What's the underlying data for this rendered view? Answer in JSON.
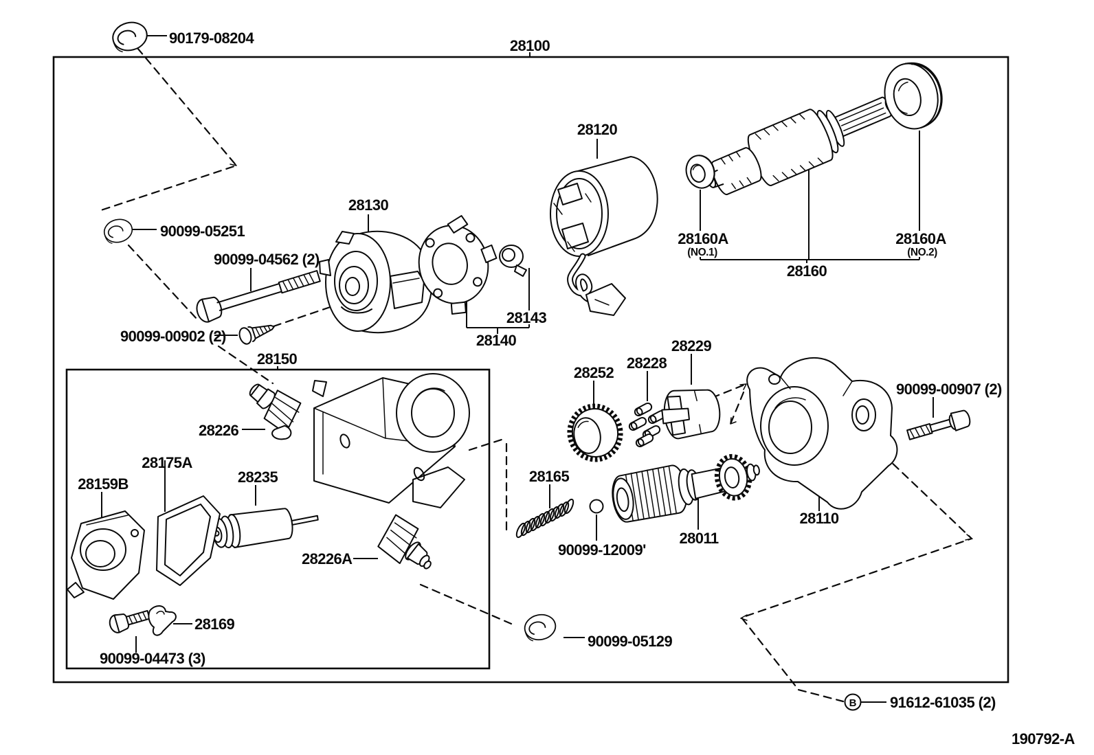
{
  "diagram": {
    "drawing_number": "190792-A",
    "detail_marker": "B"
  },
  "parts": {
    "nut_90179": "90179-08204",
    "assy_28100": "28100",
    "yoke_28120": "28120",
    "solenoid_28130": "28130",
    "nut_05251": "90099-05251",
    "bolt_04562": "90099-04562 (2)",
    "screw_00902": "90099-00902 (2)",
    "washer_28143": "28143",
    "plate_28140": "28140",
    "bracket_28150": "28150",
    "bearing_28160a": "28160A",
    "no1": "(NO.1)",
    "no2": "(NO.2)",
    "armature_28160": "28160",
    "brush_28226": "28226",
    "gasket_28175a": "28175A",
    "plate_28159b": "28159B",
    "plunger_28235": "28235",
    "brush_28226a": "28226A",
    "clamp_28169": "28169",
    "bolt_04473": "90099-04473 (3)",
    "gear_28252": "28252",
    "roller_28228": "28228",
    "retainer_28229": "28229",
    "spring_28165": "28165",
    "ball_12009": "90099-12009'",
    "clutch_28011": "28011",
    "housing_28110": "28110",
    "bolt_00907": "90099-00907 (2)",
    "nut_05129": "90099-05129",
    "bolt_91612": "91612-61035 (2)"
  }
}
